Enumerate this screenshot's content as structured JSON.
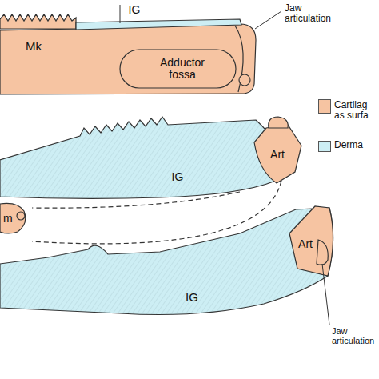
{
  "diagram": {
    "labels": [
      "IG",
      "Jaw articulation",
      "Mk",
      "Adductor fossa",
      "Art",
      "IG",
      "m",
      "Art",
      "IG",
      "Jaw articulation"
    ],
    "legend": [
      {
        "text": "Cartilag as surfa",
        "color": "#f6c4a2"
      },
      {
        "text": "Derma",
        "color": "#cdeef4"
      }
    ]
  }
}
